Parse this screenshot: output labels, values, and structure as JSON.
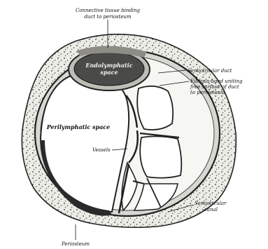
{
  "figure": {
    "labels": {
      "top_line1": "Connective tissue binding",
      "top_line2": "duct to periosteum",
      "endolymphatic_space_line1": "Endolymphatic",
      "endolymphatic_space_line2": "space",
      "semicircular_duct": "Semicircular duct",
      "fibrous_bands_line1": "Fibrous band uniting",
      "fibrous_bands_line2": "free surface of duct",
      "fibrous_bands_line3": "to periosteum",
      "perilymphatic_space": "Perilymphatic space",
      "vessels": "Vessels",
      "semicircular_canal_line1": "Semicircular",
      "semicircular_canal_line2": "canal",
      "periosteum": "Periosteum"
    }
  }
}
